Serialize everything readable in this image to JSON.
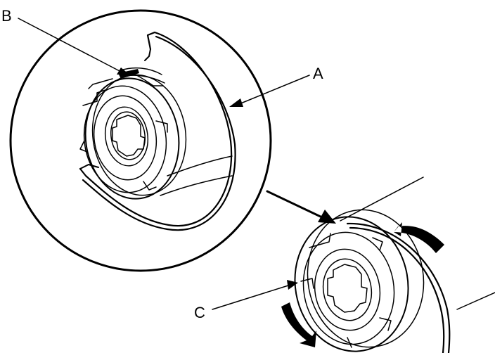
{
  "diagram": {
    "labels": {
      "a": "A",
      "b": "B",
      "c": "C"
    },
    "colors": {
      "ink": "#000000",
      "background": "#ffffff"
    }
  }
}
